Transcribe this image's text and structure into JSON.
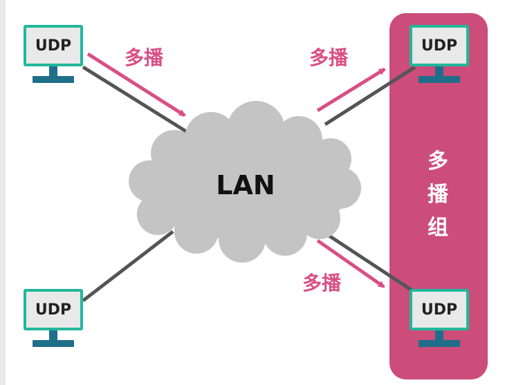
{
  "network": {
    "cloud_label": "LAN",
    "group_label_chars": [
      "多",
      "播",
      "组"
    ],
    "computers": [
      {
        "id": "top-left",
        "label": "UDP"
      },
      {
        "id": "bottom-left",
        "label": "UDP"
      },
      {
        "id": "top-right",
        "label": "UDP"
      },
      {
        "id": "bottom-right",
        "label": "UDP"
      }
    ],
    "messages": [
      {
        "id": "inbound",
        "label": "多播"
      },
      {
        "id": "outbound-top",
        "label": "多播"
      },
      {
        "id": "outbound-bottom",
        "label": "多播"
      }
    ]
  },
  "colors": {
    "group_panel": "#cc4d7a",
    "arrow": "#d94f84",
    "link": "#555555",
    "monitor_border": "#22b79b",
    "monitor_stand": "#1f6e8a",
    "cloud": "#c4c4c4"
  }
}
